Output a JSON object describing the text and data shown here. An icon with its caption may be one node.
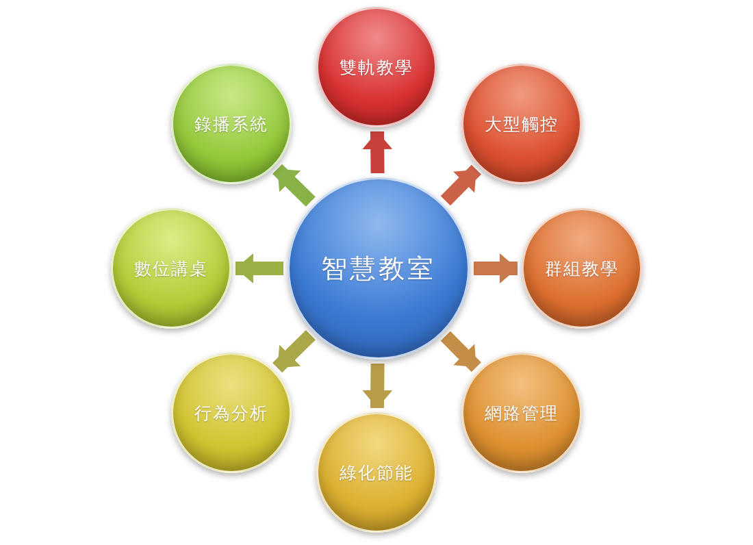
{
  "diagram": {
    "nodes": [
      {
        "text": [
          "智慧教室"
        ]
      },
      {
        "text": [
          "雙軌教學"
        ]
      },
      {
        "text": [
          "大型觸控"
        ]
      },
      {
        "text": [
          "群組教學"
        ]
      },
      {
        "text": [
          "網路管理"
        ]
      },
      {
        "text": [
          "綠化節能"
        ]
      },
      {
        "text": [
          "行為分析"
        ]
      },
      {
        "text": [
          "數位講桌"
        ]
      },
      {
        "text": [
          "錄播系統"
        ]
      }
    ],
    "edges": [
      {
        "from": 0,
        "to": 1,
        "arrow": "to",
        "color": "#c8403a"
      },
      {
        "from": 0,
        "to": 2,
        "arrow": "to",
        "color": "#cc6248"
      },
      {
        "from": 0,
        "to": 3,
        "arrow": "to",
        "color": "#c8784a"
      },
      {
        "from": 0,
        "to": 4,
        "arrow": "to",
        "color": "#c48e48"
      },
      {
        "from": 0,
        "to": 5,
        "arrow": "to",
        "color": "#b89c48"
      },
      {
        "from": 0,
        "to": 6,
        "arrow": "to",
        "color": "#aaa848"
      },
      {
        "from": 0,
        "to": 7,
        "arrow": "to",
        "color": "#9cb048"
      },
      {
        "from": 0,
        "to": 8,
        "arrow": "to",
        "color": "#8ab048"
      }
    ]
  }
}
